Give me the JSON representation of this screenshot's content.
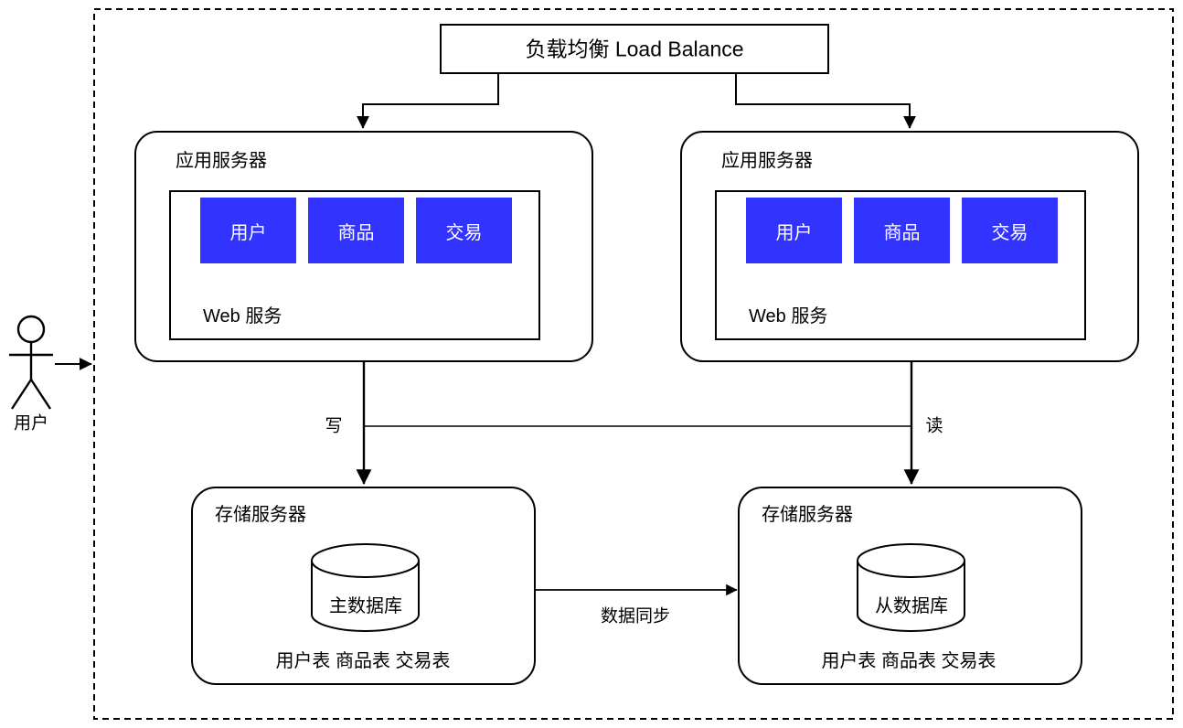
{
  "diagram": {
    "title": "负载均衡 Load Balance",
    "boundary": {
      "style": "dashed",
      "color": "#000000"
    },
    "colors": {
      "stroke": "#000000",
      "chip_fill": "#3333FF",
      "chip_text": "#FFFFFF",
      "background": "#FFFFFF"
    },
    "actor": {
      "name": "actor-user",
      "label": "用户"
    },
    "load_balancer": {
      "name": "load-balancer",
      "label": "负载均衡 Load Balance"
    },
    "app_servers": [
      {
        "name": "app-server-left",
        "label": "应用服务器",
        "service_label": "Web 服务",
        "modules": [
          "用户",
          "商品",
          "交易"
        ]
      },
      {
        "name": "app-server-right",
        "label": "应用服务器",
        "service_label": "Web 服务",
        "modules": [
          "用户",
          "商品",
          "交易"
        ]
      }
    ],
    "storage_servers": [
      {
        "name": "storage-server-master",
        "label": "存储服务器",
        "database": "主数据库",
        "tables": "用户表 商品表 交易表"
      },
      {
        "name": "storage-server-slave",
        "label": "存储服务器",
        "database": "从数据库",
        "tables": "用户表 商品表 交易表"
      }
    ],
    "edges": [
      {
        "name": "edge-write",
        "label": "写"
      },
      {
        "name": "edge-read",
        "label": "读"
      },
      {
        "name": "edge-sync",
        "label": "数据同步"
      }
    ]
  }
}
